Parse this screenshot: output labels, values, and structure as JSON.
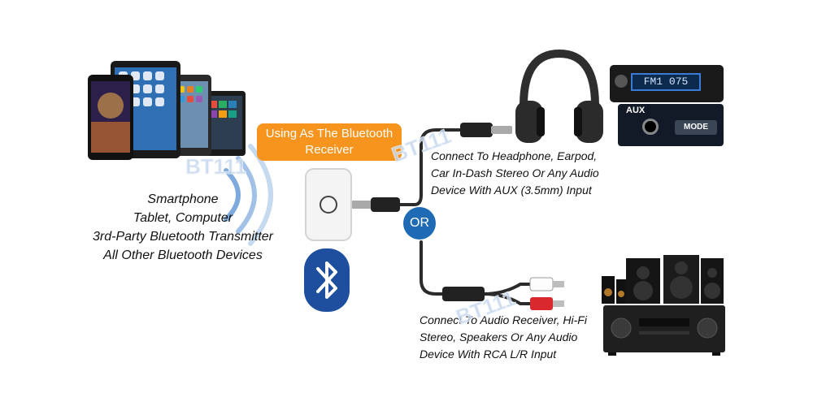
{
  "watermark": "BT111",
  "source_devices": {
    "lines": [
      "Smartphone",
      "Tablet, Computer",
      "3rd-Party Bluetooth Transmitter",
      "All Other Bluetooth Devices"
    ]
  },
  "receiver": {
    "label_lines": [
      "Using As The Bluetooth",
      "Receiver"
    ]
  },
  "bluetooth_logo": "bluetooth-icon",
  "or_label": "OR",
  "aux_output": {
    "lines": [
      "Connect To Headphone, Earpod,",
      "Car In-Dash Stereo Or Any Audio",
      "Device With AUX (3.5mm) Input"
    ],
    "car_stereo_display": "FM1 075",
    "aux_panel_label": "AUX",
    "mode_label": "MODE"
  },
  "rca_output": {
    "lines": [
      "Connect To Audio Receiver, Hi-Fi",
      "Stereo, Speakers Or Any Audio",
      "Device With RCA L/R Input"
    ]
  },
  "colors": {
    "label_orange": "#f7941d",
    "or_blue": "#1f6ab5",
    "bluetooth_blue": "#1d4f9e",
    "signal_waves": "#6fa0d8",
    "rca_red": "#d9282e",
    "rca_white": "#ffffff"
  }
}
